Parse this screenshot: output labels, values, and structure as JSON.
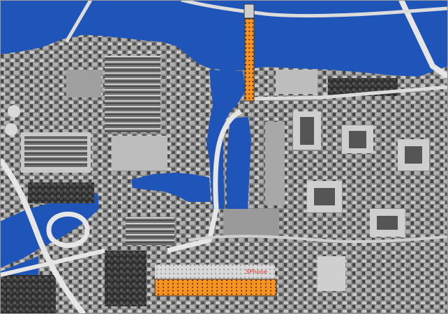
{
  "map": {
    "colors": {
      "water": "#1f55b8",
      "highlight": "#f7931e",
      "highlight_outline": "#3a3a3a",
      "city_dark": "#3c3c3c",
      "city_mid": "#7d7d7d",
      "city_light": "#bdbdbd",
      "road": "#e6e6e6",
      "label_red": "#e8261e"
    },
    "labels": {
      "annotation": "5Phone"
    },
    "highlights": [
      {
        "name": "bridge-tower"
      },
      {
        "name": "long-building"
      }
    ]
  }
}
